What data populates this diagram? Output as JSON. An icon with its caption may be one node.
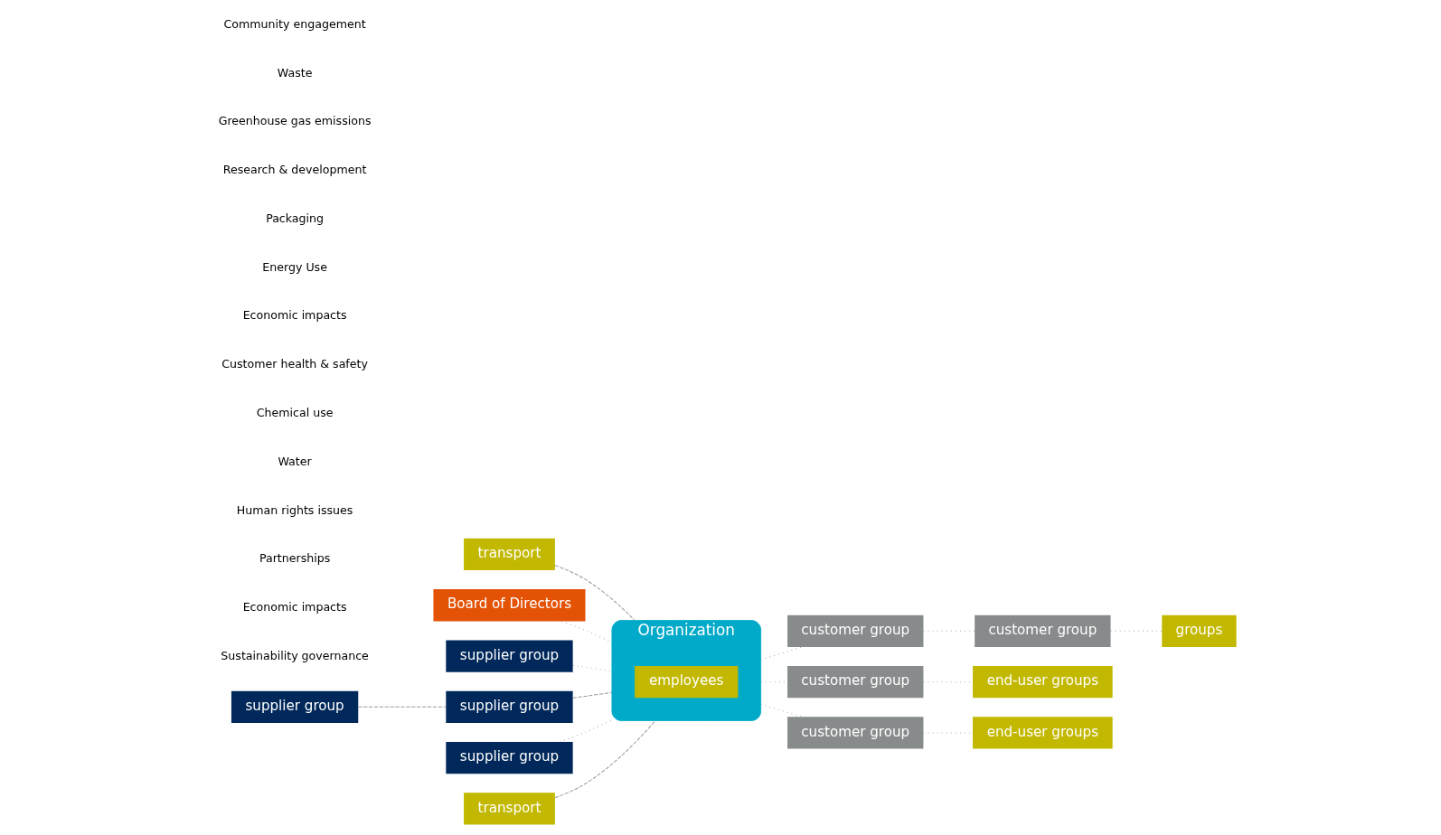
{
  "diagram": {
    "nodes": [
      {
        "text": [
          "transport"
        ]
      },
      {
        "text": [
          "Board of Directors"
        ]
      },
      {
        "text": [
          "groups"
        ]
      },
      {
        "text": [
          "customer group"
        ]
      },
      {
        "text": [
          "supplier group"
        ]
      },
      {
        "text": [
          "customer group"
        ]
      },
      {
        "text": [
          "supplier group"
        ]
      },
      {
        "text": [
          "supplier group"
        ]
      },
      {
        "text": [
          "Organization"
        ]
      },
      {
        "text": [
          "employees"
        ],
        "in": 8
      },
      {
        "text": [
          "customer group"
        ]
      },
      {
        "text": [
          "end-user groups"
        ]
      },
      {
        "text": [
          "customer group"
        ]
      },
      {
        "text": [
          "end-user groups"
        ]
      },
      {
        "text": [
          "supplier group"
        ]
      },
      {
        "text": [
          "transport"
        ]
      }
    ],
    "edges": [
      {
        "from": 4,
        "to": 8,
        "arrow": "none"
      },
      {
        "from": 0,
        "to": 8,
        "arrow": "none",
        "style": "dashed"
      },
      {
        "from": 1,
        "to": 8,
        "arrow": "none"
      },
      {
        "from": 8,
        "to": 5,
        "arrow": "none"
      },
      {
        "from": 5,
        "to": 3,
        "arrow": "none"
      },
      {
        "from": 3,
        "to": 2,
        "arrow": "none"
      },
      {
        "from": 6,
        "to": 7,
        "arrow": "none",
        "style": "dashed"
      },
      {
        "from": 7,
        "to": 8,
        "arrow": "none",
        "style": "dashed"
      },
      {
        "from": 8,
        "to": 10,
        "arrow": "none"
      },
      {
        "from": 10,
        "to": 11,
        "arrow": "none"
      },
      {
        "from": 8,
        "to": 12,
        "arrow": "none"
      },
      {
        "from": 12,
        "to": 13,
        "arrow": "none"
      },
      {
        "from": 14,
        "to": 8,
        "arrow": "none"
      },
      {
        "from": 15,
        "to": 8,
        "arrow": "none",
        "style": "dashed"
      }
    ],
    "labels": [
      "Sustainability governance",
      "Economic impacts",
      "Partnerships",
      "Human rights issues",
      "Water",
      "Chemical use",
      "Customer health & safety",
      "Economic impacts",
      "Energy Use",
      "Packaging",
      "Research & development",
      "Greenhouse gas emissions",
      "Waste",
      "Community engagement"
    ]
  }
}
